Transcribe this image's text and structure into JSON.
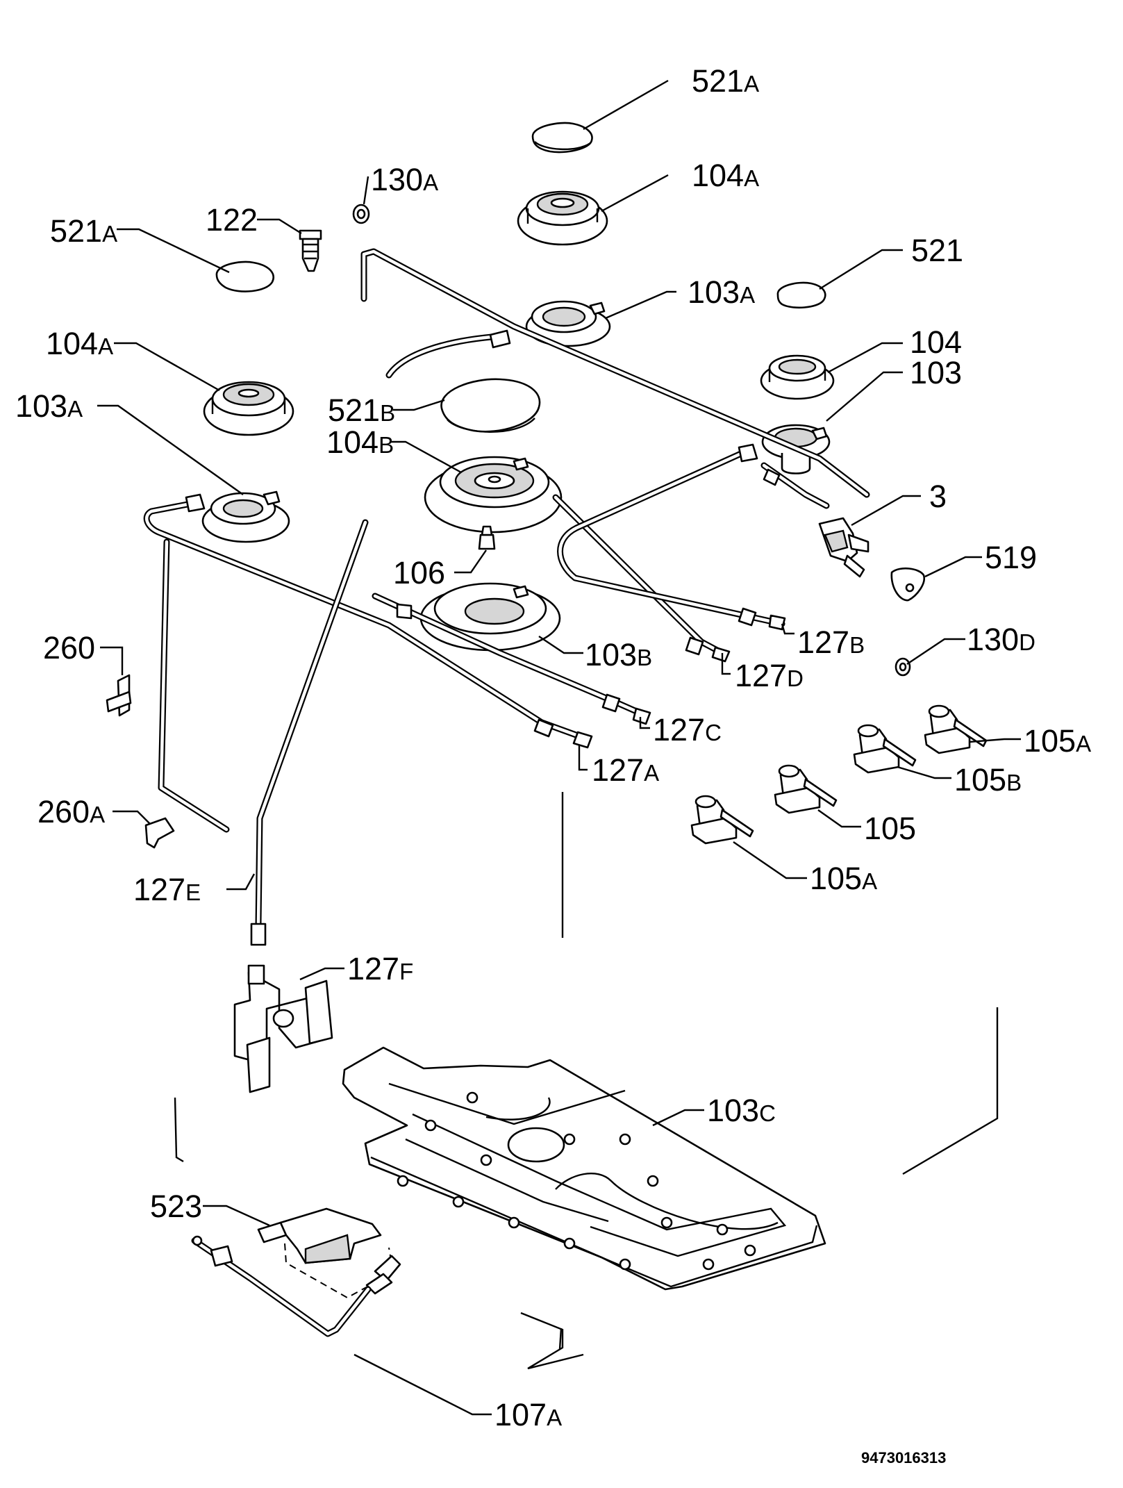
{
  "diagram": {
    "labels": [
      {
        "id": "l521A_top",
        "num": "521",
        "suf": "A"
      },
      {
        "id": "l104A_top",
        "num": "104",
        "suf": "A"
      },
      {
        "id": "l130A",
        "num": "130",
        "suf": "A"
      },
      {
        "id": "l122",
        "num": "122",
        "suf": ""
      },
      {
        "id": "l521A_left",
        "num": "521",
        "suf": "A"
      },
      {
        "id": "l521",
        "num": "521",
        "suf": ""
      },
      {
        "id": "l103A_mid",
        "num": "103",
        "suf": "A"
      },
      {
        "id": "l104A_left",
        "num": "104",
        "suf": "A"
      },
      {
        "id": "l104",
        "num": "104",
        "suf": ""
      },
      {
        "id": "l103",
        "num": "103",
        "suf": ""
      },
      {
        "id": "l103A_left",
        "num": "103",
        "suf": "A"
      },
      {
        "id": "l521B",
        "num": "521",
        "suf": "B"
      },
      {
        "id": "l104B",
        "num": "104",
        "suf": "B"
      },
      {
        "id": "l3",
        "num": "3",
        "suf": ""
      },
      {
        "id": "l519",
        "num": "519",
        "suf": ""
      },
      {
        "id": "l106",
        "num": "106",
        "suf": ""
      },
      {
        "id": "l260",
        "num": "260",
        "suf": ""
      },
      {
        "id": "l127B",
        "num": "127",
        "suf": "B"
      },
      {
        "id": "l130D",
        "num": "130",
        "suf": "D"
      },
      {
        "id": "l103B",
        "num": "103",
        "suf": "B"
      },
      {
        "id": "l127D",
        "num": "127",
        "suf": "D"
      },
      {
        "id": "l127C",
        "num": "127",
        "suf": "C"
      },
      {
        "id": "l105A_right",
        "num": "105",
        "suf": "A"
      },
      {
        "id": "l127A",
        "num": "127",
        "suf": "A"
      },
      {
        "id": "l105B",
        "num": "105",
        "suf": "B"
      },
      {
        "id": "l260A",
        "num": "260",
        "suf": "A"
      },
      {
        "id": "l105",
        "num": "105",
        "suf": ""
      },
      {
        "id": "l105A_bottom",
        "num": "105",
        "suf": "A"
      },
      {
        "id": "l127E",
        "num": "127",
        "suf": "E"
      },
      {
        "id": "l127F",
        "num": "127",
        "suf": "F"
      },
      {
        "id": "l103C",
        "num": "103",
        "suf": "C"
      },
      {
        "id": "l523",
        "num": "523",
        "suf": ""
      },
      {
        "id": "l107A",
        "num": "107",
        "suf": "A"
      }
    ],
    "document_code": "9473016313"
  }
}
